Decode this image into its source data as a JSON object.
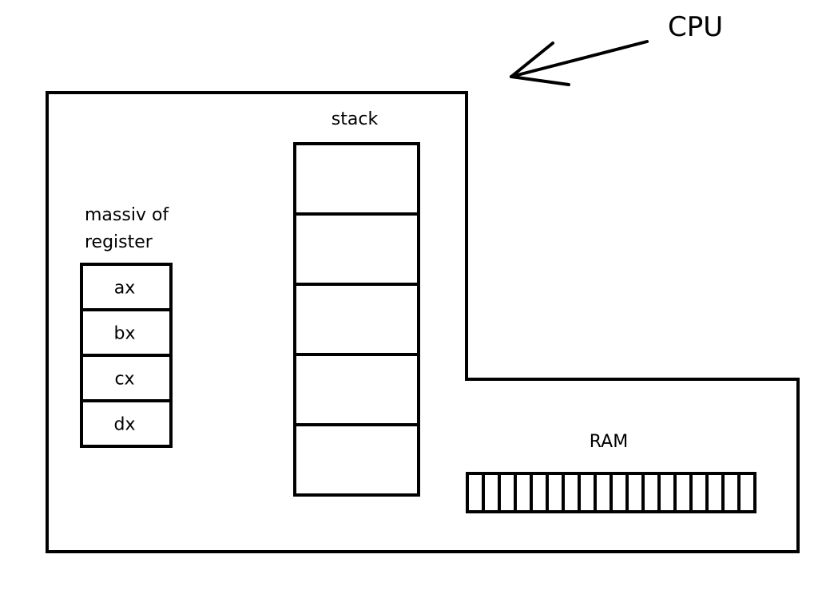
{
  "title": "CPU",
  "stack": {
    "label": "stack",
    "slots": [
      "",
      "",
      "",
      "",
      ""
    ]
  },
  "registers": {
    "label_line1": "massiv of",
    "label_line2": "register",
    "items": [
      "ax",
      "bx",
      "cx",
      "dx"
    ]
  },
  "ram": {
    "label": "RAM",
    "cell_count": 18
  },
  "colors": {
    "stroke": "#000000",
    "background": "#ffffff"
  }
}
